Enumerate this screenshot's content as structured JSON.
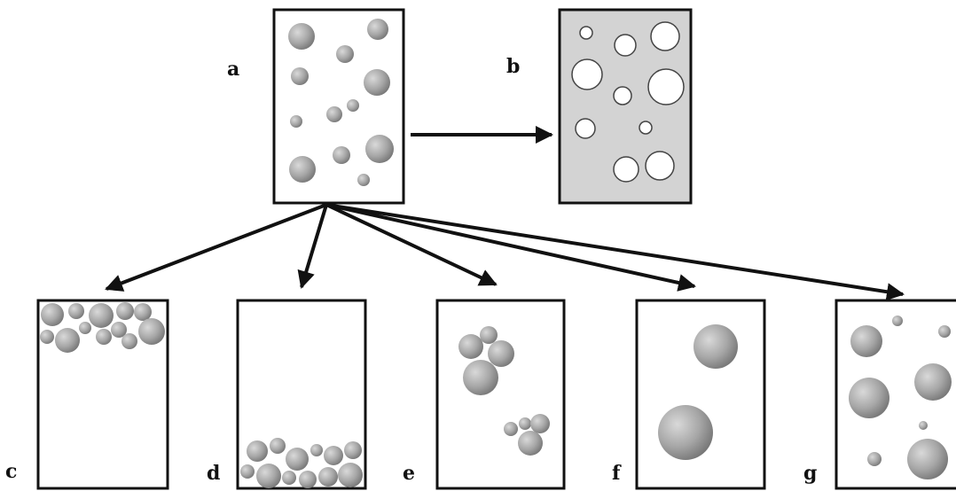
{
  "panels": {
    "a": {
      "label": "a"
    },
    "b": {
      "label": "b"
    },
    "c": {
      "label": "c"
    },
    "d": {
      "label": "d"
    },
    "e": {
      "label": "e"
    },
    "f": {
      "label": "f"
    },
    "g": {
      "label": "g"
    }
  },
  "colors": {
    "stroke": "#111111",
    "panel_fill": "#ffffff",
    "continuous_phase_fill": "#d3d3d3",
    "droplet_light": "#dcdcdc",
    "droplet_dark": "#6f6f6f",
    "void_fill": "#ffffff"
  }
}
